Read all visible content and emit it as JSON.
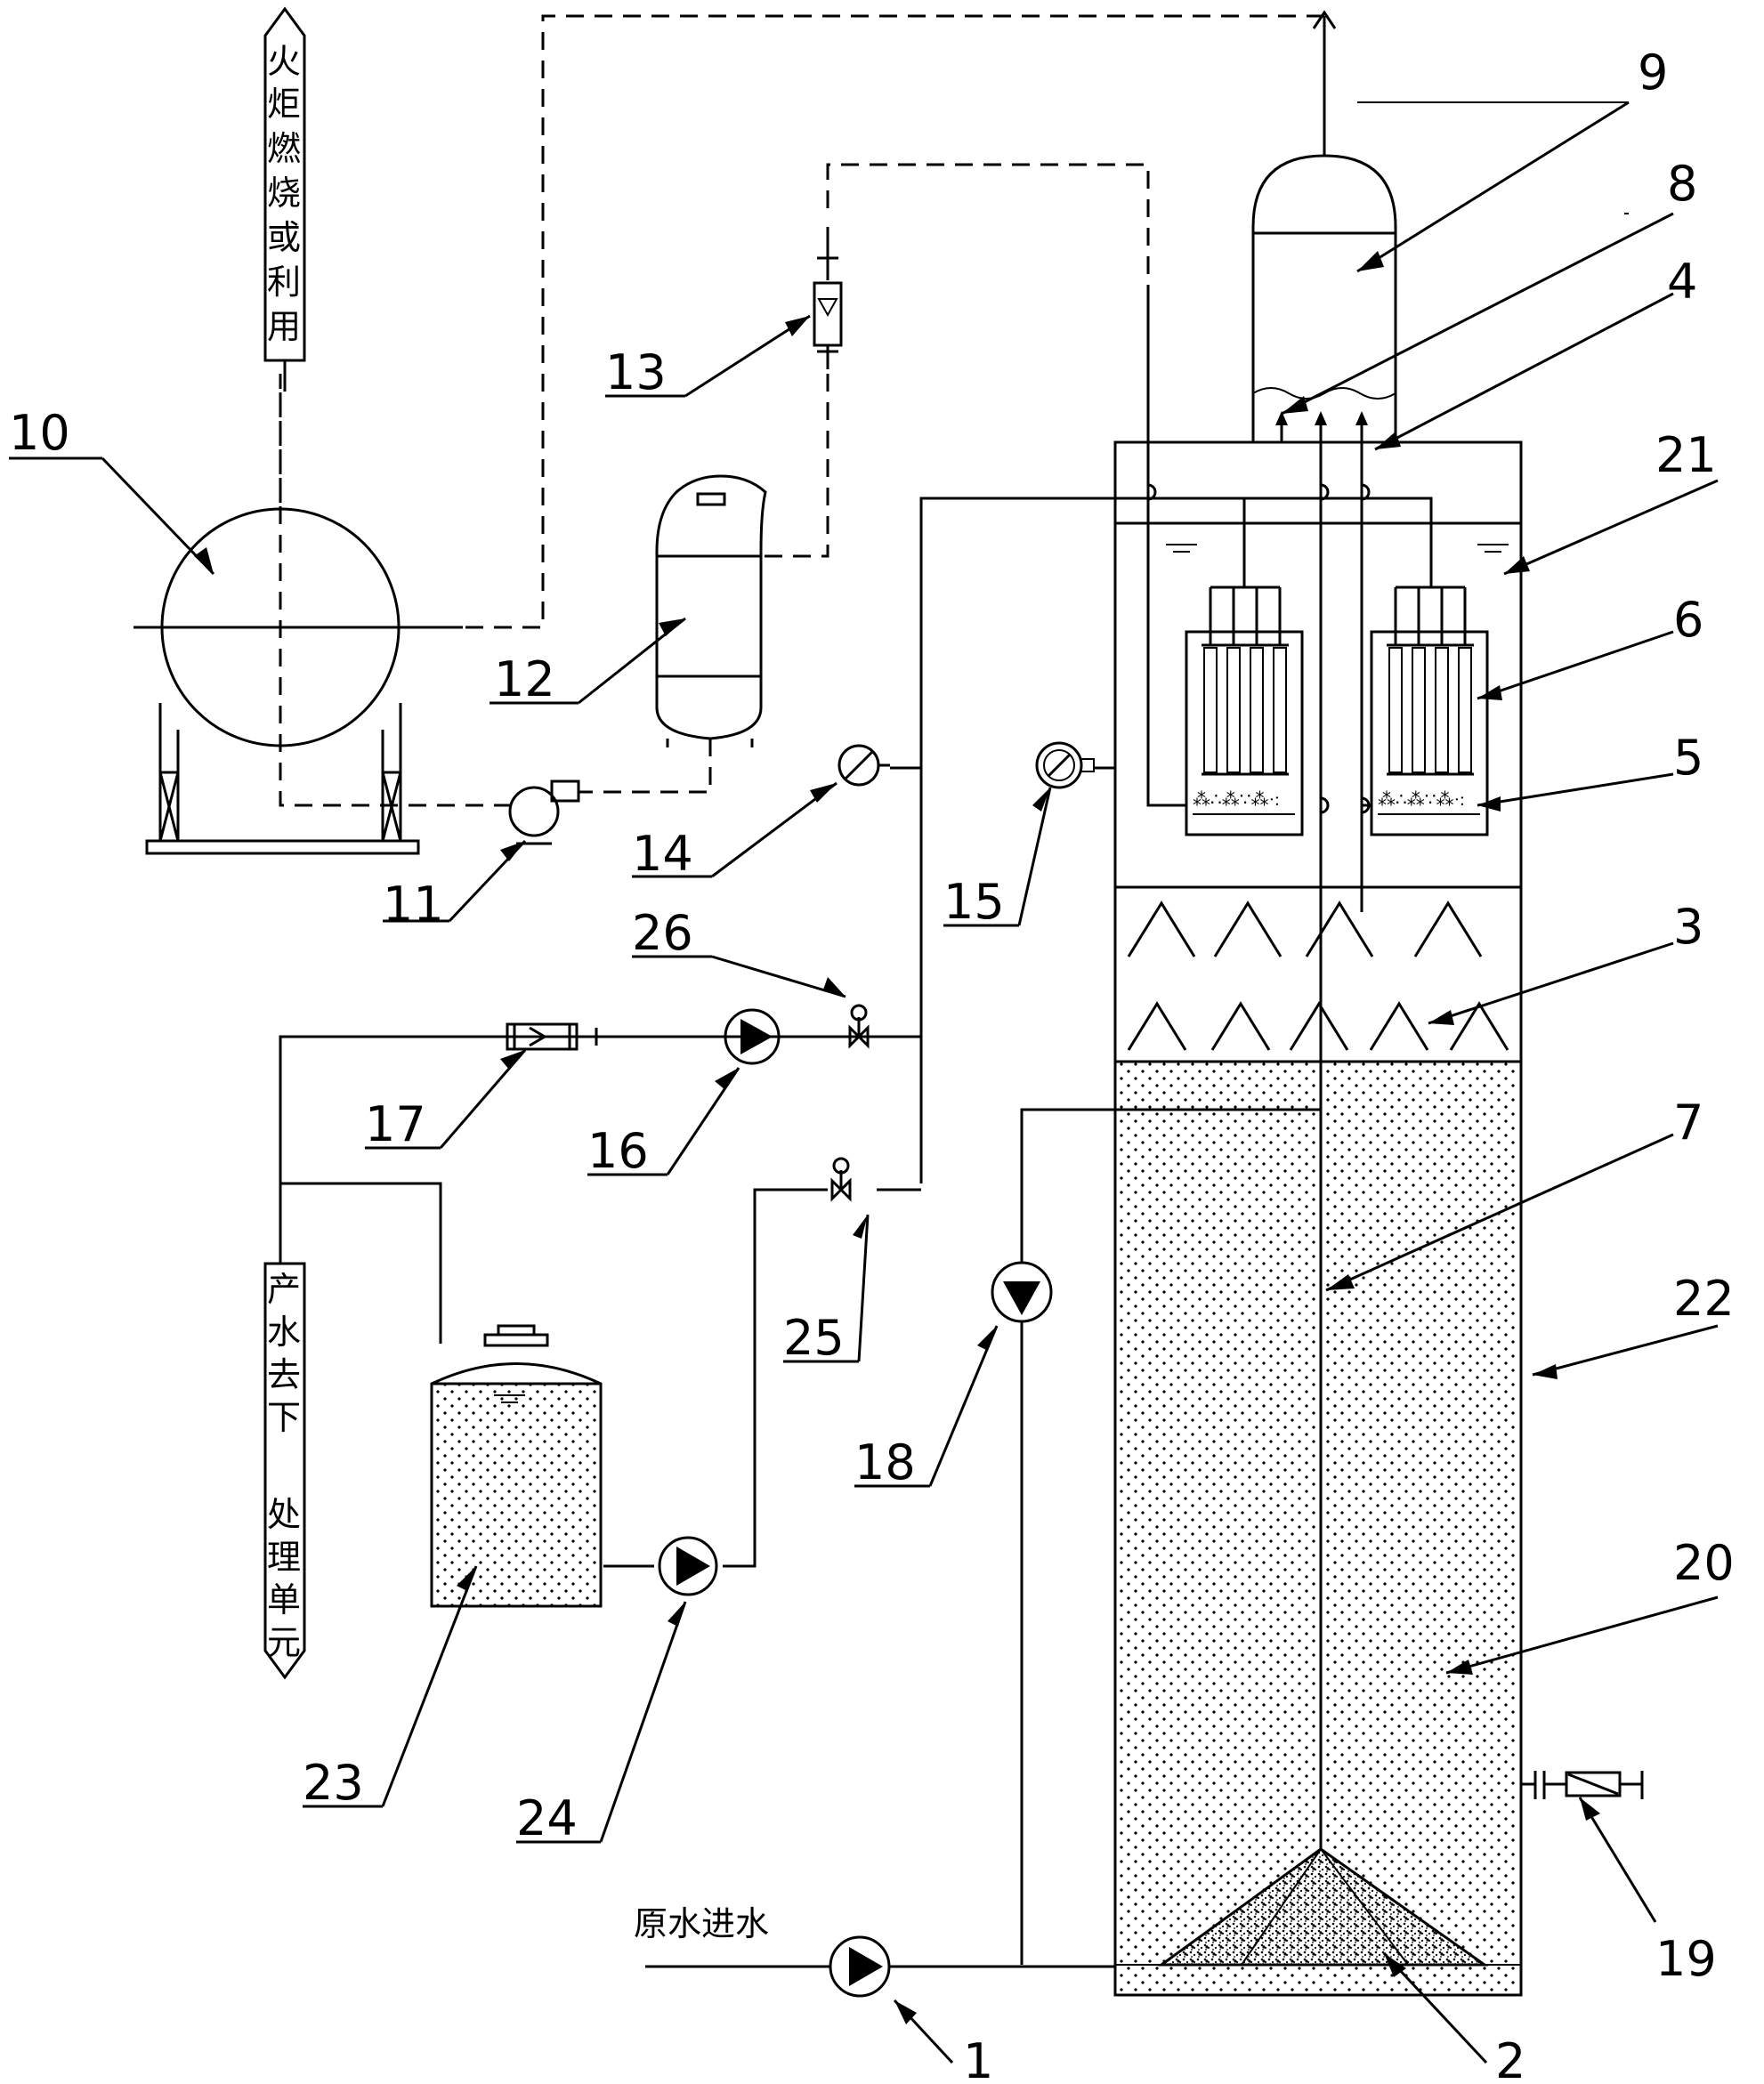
{
  "labels": {
    "n1": "1",
    "n2": "2",
    "n3": "3",
    "n4": "4",
    "n5": "5",
    "n6": "6",
    "n7": "7",
    "n8": "8",
    "n9": "9",
    "n10": "10",
    "n11": "11",
    "n12": "12",
    "n13": "13",
    "n14": "14",
    "n15": "15",
    "n16": "16",
    "n17": "17",
    "n18": "18",
    "n19": "19",
    "n20": "20",
    "n21": "21",
    "n22": "22",
    "n23": "23",
    "n24": "24",
    "n25": "25",
    "n26": "26"
  },
  "texts": {
    "flare": [
      "火",
      "炬",
      "燃",
      "烧",
      "或",
      "利",
      "用"
    ],
    "outlet": [
      "产",
      "水",
      "去",
      "下",
      "处",
      "理",
      "单",
      "元"
    ],
    "inlet": "原水进水"
  }
}
